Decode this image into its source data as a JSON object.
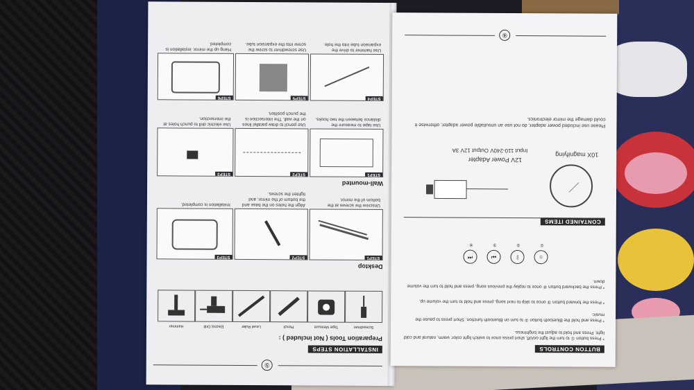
{
  "pages": {
    "left": {
      "page_number": "⑤",
      "title": "INSTALLATION STEPS",
      "tools_heading": "Preparation Tools ( Not included ) :",
      "tools": [
        "Screwdriver",
        "Tape Measure",
        "Pencil",
        "Level Ruler",
        "Electric Drill",
        "Hammer"
      ],
      "desktop_heading": "Desktop",
      "desktop_steps": [
        "STEP1",
        "STEP2",
        "STEP3"
      ],
      "desktop_captions": [
        "Unscrew the screws at the bottom of the mirror.",
        "Align the holes on the base and the bottom of the mirror, and tighten the screws.",
        "Installation is completed."
      ],
      "wall_heading": "Wall-mounted",
      "wall_steps": [
        "STEP1",
        "STEP2",
        "STEP3",
        "STEP4",
        "STEP5",
        "STEP6"
      ],
      "wall_captions": [
        "Use tape to measure the distance between the two hooks.",
        "Use pencil to draw parallel lines on the wall. The intersection is the punch position.",
        "Use electric drill to punch holes at the intersection.",
        "Use hammer to drive the expansion tube into the hole.",
        "Use screwdriver to screw the screw into the expansion tube.",
        "Hang up the mirror, installation is completed."
      ]
    },
    "right": {
      "page_number": "④",
      "title": "BUTTON CONTROLS",
      "bullets": [
        "* Press button ① to turn the light on/off, short press once to switch light color: warm, natural and cold light. Press and hold to adjust the brightness.",
        "* Press and hold the Bluetooth button ② to turn on Bluetooth function. Short press to pause the music.",
        "* Press the forward button ③ once to skip to next song, press and hold to turn the volume up.",
        "* Press the backward button ④ once to replay the previous song, press and hold to turn the volume down."
      ],
      "button_numbers": [
        "①",
        "②",
        "③",
        "④"
      ],
      "contained_title": "CONTAINED ITEMS",
      "item1": "10X magnifying",
      "item2_name": "12V Power Adapter",
      "item2_spec": "Input 110-240V Output 12V 3A",
      "warning": "Please use included power adapter, do not use an unsuitable power adapter, otherwise it could damage the mirror electronics."
    }
  }
}
